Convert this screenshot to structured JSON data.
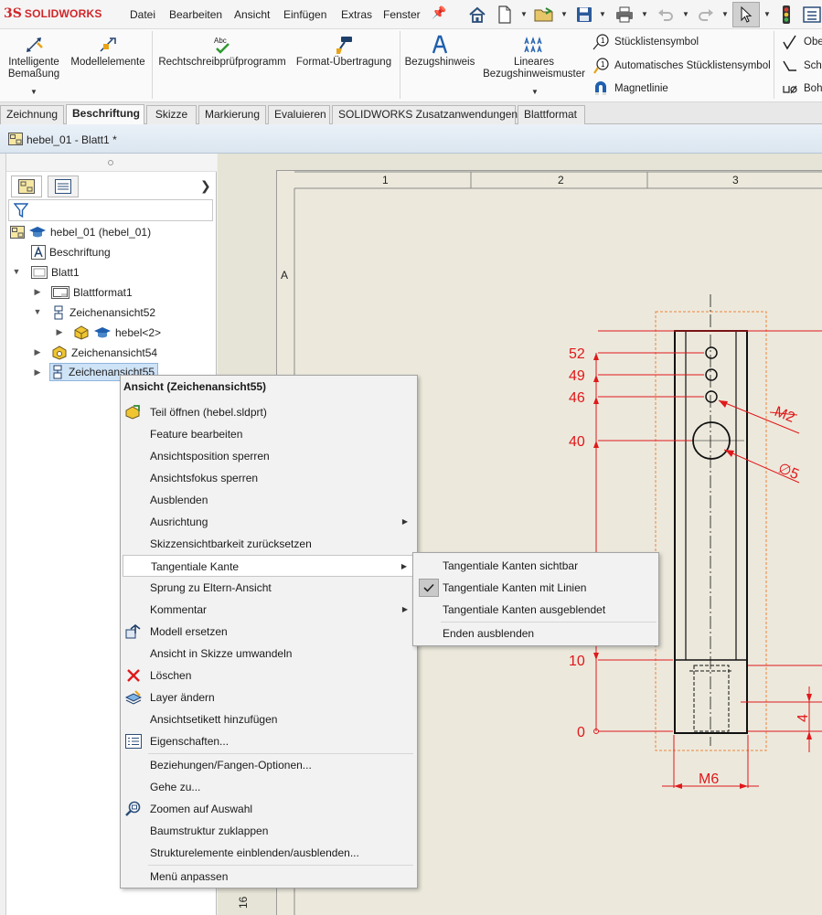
{
  "app": {
    "brand_prefix": "3S",
    "brand_name": "SOLIDWORKS"
  },
  "menubar": {
    "items": [
      "Datei",
      "Bearbeiten",
      "Ansicht",
      "Einfügen",
      "Extras",
      "Fenster"
    ]
  },
  "ribbon": {
    "smart_dimension": [
      "Intelligente",
      "Bemaßung"
    ],
    "model_items": "Modellelemente",
    "spell_check": "Rechtschreibprüfprogramm",
    "spell_check_icon_text": "Abc",
    "format_painter": "Format-Übertragung",
    "note": "Bezugshinweis",
    "linear_note": [
      "Lineares",
      "Bezugshinweismuster"
    ],
    "balloon": "Stücklistensymbol",
    "auto_balloon": "Automatisches Stücklistensymbol",
    "magnetic_line": "Magnetlinie",
    "surface_finish": "Obe",
    "weld_symbol": "Sch",
    "hole_callout": "Boh"
  },
  "tabs": [
    "Zeichnung",
    "Beschriftung",
    "Skizze",
    "Markierung",
    "Evaluieren",
    "SOLIDWORKS Zusatzanwendungen",
    "Blattformat"
  ],
  "active_tab": "Beschriftung",
  "document": {
    "title": "hebel_01 - Blatt1 *"
  },
  "tree": {
    "root": "hebel_01 (hebel_01)",
    "annotations": "Beschriftung",
    "sheet": "Blatt1",
    "sheet_format": "Blattformat1",
    "view52": "Zeichenansicht52",
    "part": "hebel<2>",
    "view54": "Zeichenansicht54",
    "view55": "Zeichenansicht55"
  },
  "drawing": {
    "zones_top": [
      "1",
      "2",
      "3"
    ],
    "zone_left": "A",
    "zone_bottom_left": "16",
    "ordinates": [
      "52",
      "49",
      "46",
      "40",
      "10",
      "0"
    ],
    "dim_m2": "M2",
    "dim_d5": "∅5",
    "dim_m6": "M6",
    "dim_4": "4",
    "accent_color": "#e0181b"
  },
  "context_menu": {
    "header": "Ansicht (Zeichenansicht55)",
    "items": {
      "open_part": "Teil öffnen (hebel.sldprt)",
      "edit_feature": "Feature bearbeiten",
      "lock_position": "Ansichtsposition sperren",
      "lock_focus": "Ansichtsfokus sperren",
      "hide": "Ausblenden",
      "alignment": "Ausrichtung",
      "reset_sketch": "Skizzensichtbarkeit zurücksetzen",
      "tangent_edge": "Tangentiale Kante",
      "jump_parent": "Sprung zu Eltern-Ansicht",
      "comment": "Kommentar",
      "replace_model": "Modell ersetzen",
      "convert_sketch": "Ansicht in Skizze umwandeln",
      "delete": "Löschen",
      "change_layer": "Layer ändern",
      "add_label": "Ansichtsetikett hinzufügen",
      "properties": "Eigenschaften...",
      "relations": "Beziehungen/Fangen-Optionen...",
      "goto": "Gehe zu...",
      "zoom_selection": "Zoomen auf Auswahl",
      "collapse_tree": "Baumstruktur zuklappen",
      "show_hide_tree": "Strukturelemente einblenden/ausblenden...",
      "customize": "Menü anpassen"
    }
  },
  "submenu": {
    "visible": "Tangentiale Kanten sichtbar",
    "with_lines": "Tangentiale Kanten mit Linien",
    "removed": "Tangentiale Kanten ausgeblendet",
    "hide_ends": "Enden ausblenden",
    "checked": "with_lines"
  }
}
